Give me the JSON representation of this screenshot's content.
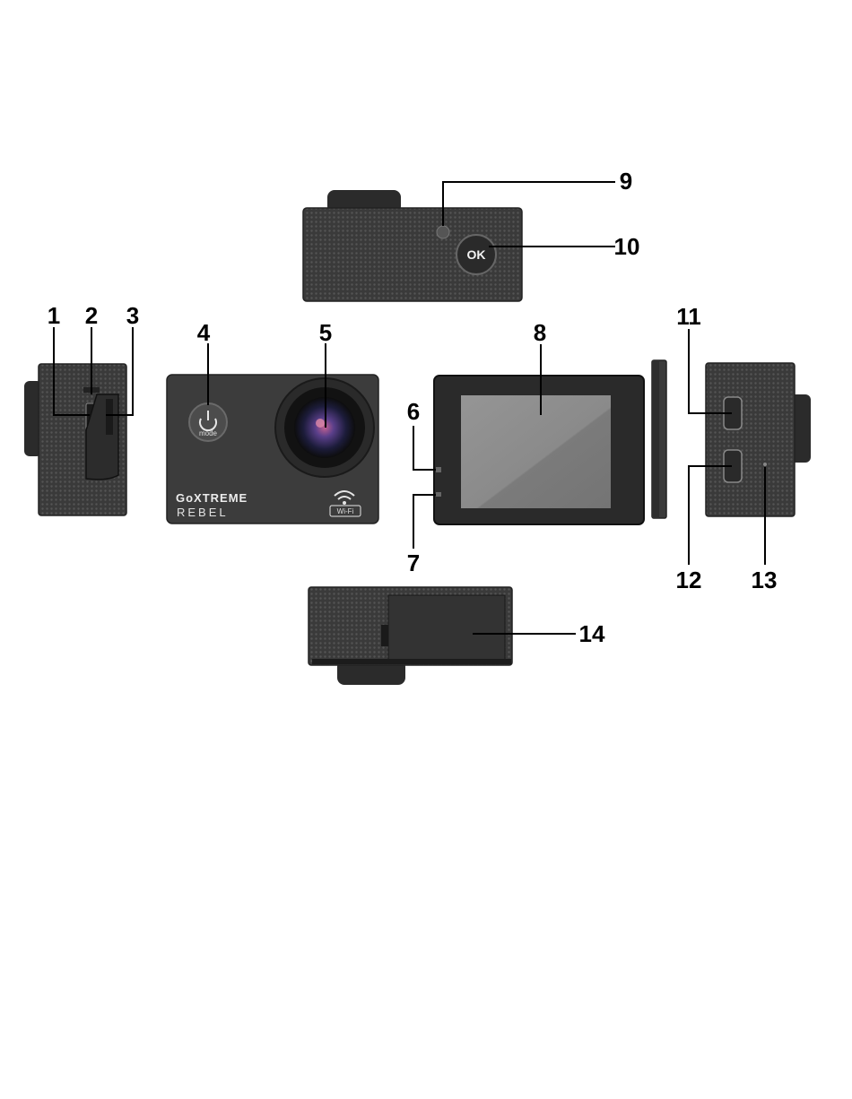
{
  "figure": {
    "labels": {
      "l1": "1",
      "l2": "2",
      "l3": "3",
      "l4": "4",
      "l5": "5",
      "l6": "6",
      "l7": "7",
      "l8": "8",
      "l9": "9",
      "l10": "10",
      "l11": "11",
      "l12": "12",
      "l13": "13",
      "l14": "14"
    },
    "camera_text": {
      "brand": "GoXTREME",
      "model": "REBEL",
      "mode": "mode",
      "wifi": "Wi-Fi",
      "ok": "OK"
    }
  },
  "colors": {
    "background": "#ffffff",
    "camera_body": "#3c3c3c",
    "camera_dark": "#1e1e1e",
    "screen": "#8a8a8a",
    "labels": "#000000"
  }
}
